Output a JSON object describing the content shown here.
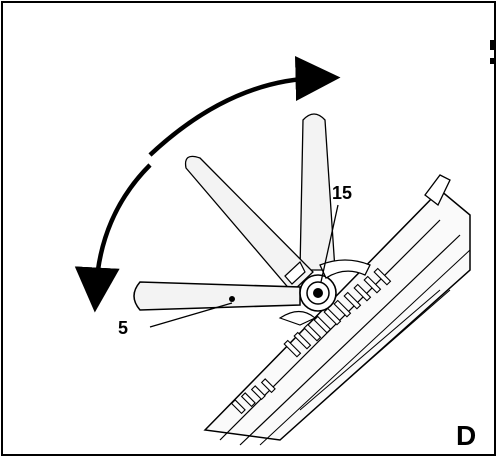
{
  "figure": {
    "letter": "D",
    "callouts": [
      {
        "id": "pivot-knob",
        "label": "15"
      },
      {
        "id": "side-handle",
        "label": "5"
      }
    ]
  },
  "colors": {
    "ink": "#000000",
    "handle_fill": "#f3f3f3",
    "background": "#ffffff"
  },
  "icons": [
    "rotation-arrow-icon"
  ]
}
